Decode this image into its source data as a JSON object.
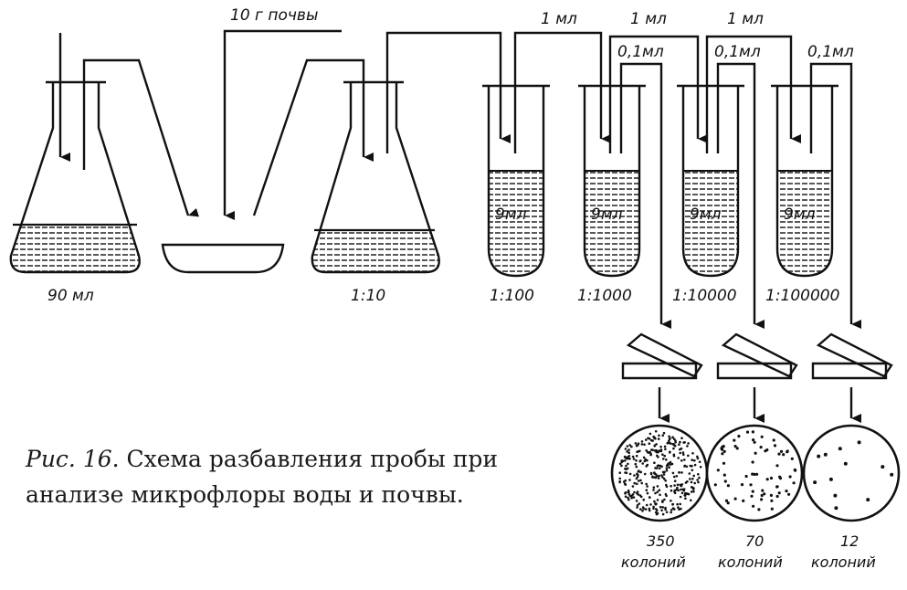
{
  "labels": {
    "soil": "10 г почвы",
    "one_ml": "1 мл",
    "tenth_ml": "0,1мл",
    "water_90": "90 мл",
    "water_9": "9мл"
  },
  "dilutions": [
    "1:10",
    "1:100",
    "1:1000",
    "1:10000",
    "1:100000"
  ],
  "colonies": [
    {
      "count": "350",
      "word": "колоний"
    },
    {
      "count": "70",
      "word": "колоний"
    },
    {
      "count": "12",
      "word": "колоний"
    }
  ],
  "caption": {
    "fig_ref": "Рис. 16",
    "text": ". Схема разбавления пробы при анализе микрофлоры воды и почвы."
  }
}
